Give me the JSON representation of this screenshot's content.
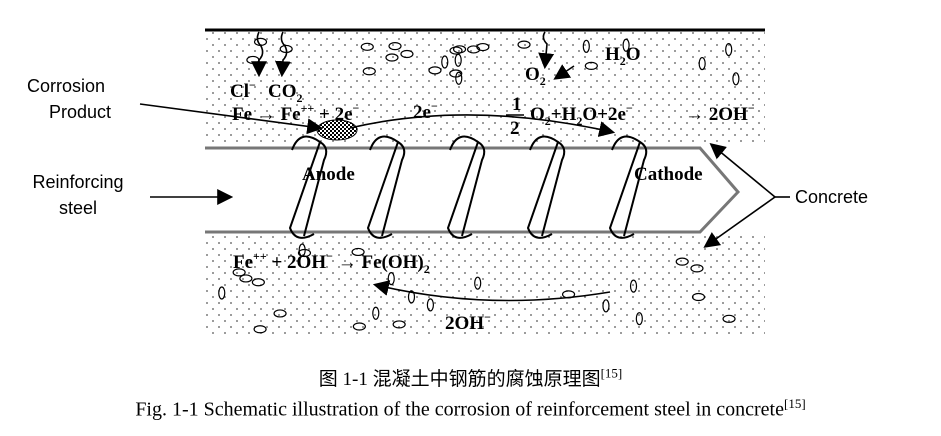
{
  "labels": {
    "corrosion_product_1": "Corrosion",
    "corrosion_product_2": "Product",
    "reinforcing_1": "Reinforcing",
    "reinforcing_2": "steel",
    "concrete": "Concrete",
    "anode": "Anode",
    "cathode": "Cathode"
  },
  "chemistry": {
    "cl": "Cl",
    "cl_sup": "−",
    "co2": "CO",
    "co2_sub": "2",
    "o2": "O",
    "o2_sub": "2",
    "h2o_h": "H",
    "h2o_sub": "2",
    "h2o_o": "O",
    "anode_reaction": "Fe → Fe",
    "anode_sup": "++",
    "anode_rest": " + 2e",
    "anode_e_sup": "−",
    "electron": "2e",
    "electron_sup": "−",
    "half_num": "1",
    "half_den": "2",
    "cathode_reaction": "O",
    "cathode_sub": "2",
    "cathode_mid": "+H",
    "cathode_sub2": "2",
    "cathode_rest": "O+2e",
    "cathode_e_sup": "−",
    "cathode_product": "→ 2OH",
    "cathode_product_sup": "−",
    "bottom_fe": "Fe",
    "bottom_fe_sup": "++",
    "bottom_mid": " + 2OH",
    "bottom_mid_sup": "−",
    "bottom_product": " → Fe(OH)",
    "bottom_product_sub": "2",
    "hydroxide_flow": "2OH",
    "hydroxide_flow_sup": "−"
  },
  "caption": {
    "chinese": "图 1-1  混凝土中钢筋的腐蚀原理图",
    "chinese_ref": "[15]",
    "english": "Fig. 1-1 Schematic illustration of the corrosion of reinforcement steel in concrete",
    "english_ref": "[15]"
  }
}
